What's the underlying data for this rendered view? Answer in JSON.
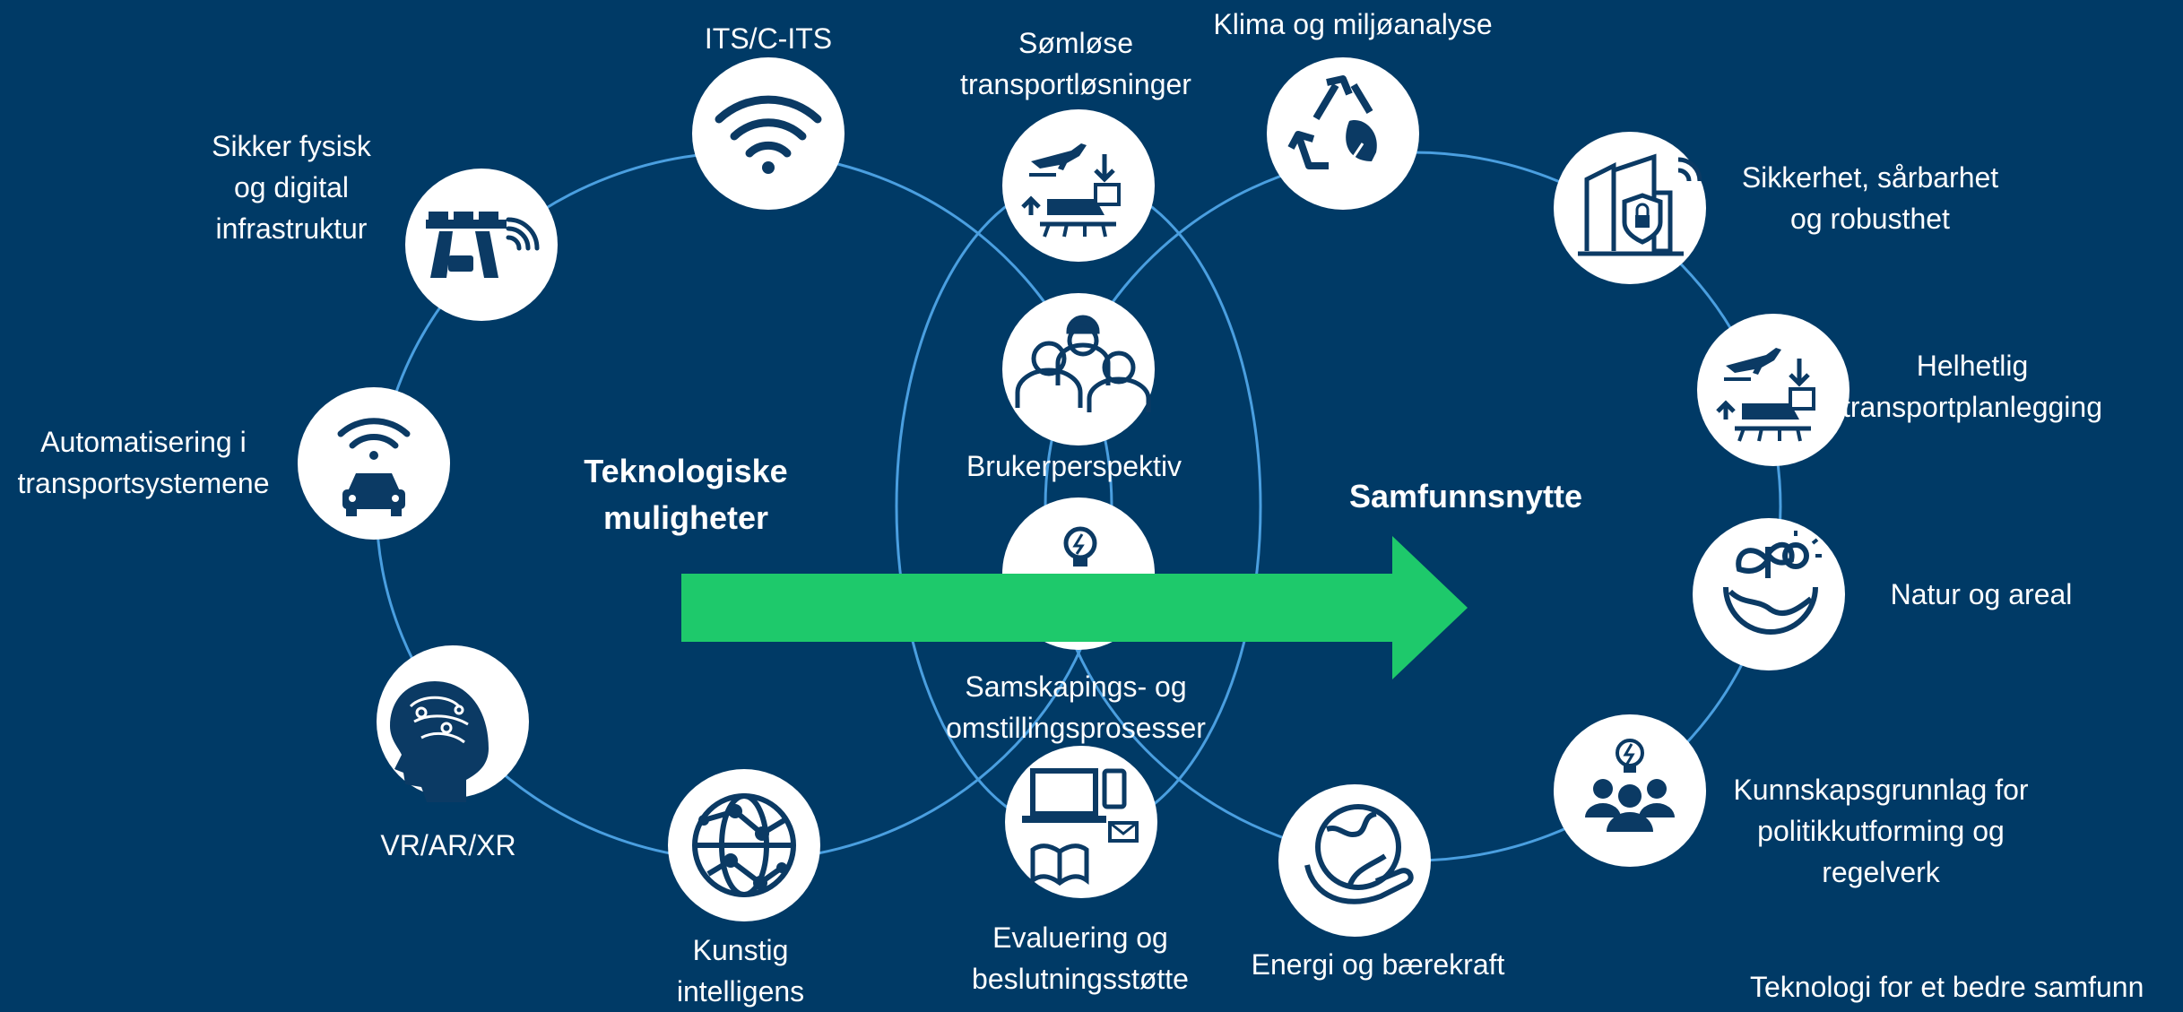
{
  "colors": {
    "background": "#003a66",
    "ring": "#4a9fe0",
    "node_fill": "#ffffff",
    "icon": "#0b3a64",
    "arrow": "#1ec96b"
  },
  "center_left_label": "Teknologiske\nmuligheter",
  "center_right_label": "Samfunnsnytte",
  "left_nodes": [
    {
      "label": "ITS/C-ITS",
      "icon": "wifi-icon"
    },
    {
      "label": "Sikker fysisk\nog digital\ninfrastruktur",
      "icon": "infrastructure-icon"
    },
    {
      "label": "Automatisering i\ntransportsystemene",
      "icon": "autonomous-car-icon"
    },
    {
      "label": "VR/AR/XR",
      "icon": "brain-head-icon"
    },
    {
      "label": "Kunstig\nintelligens",
      "icon": "network-globe-icon"
    }
  ],
  "middle_nodes": [
    {
      "label": "Sømløse\ntransportløsninger",
      "icon": "transport-modes-icon"
    },
    {
      "label": "Brukerperspektiv",
      "icon": "users-icon"
    },
    {
      "label": "Samskapings-  og\nomstillingsprosesser",
      "icon": "lightbulb-icon"
    },
    {
      "label": "Evaluering og\nbeslutningsstøtte",
      "icon": "devices-icon"
    }
  ],
  "right_nodes": [
    {
      "label": "Klima og miljøanalyse",
      "icon": "recycle-leaf-icon"
    },
    {
      "label": "Sikkerhet, sårbarhet\nog robusthet",
      "icon": "secure-building-icon"
    },
    {
      "label": "Helhetlig\ntransportplanlegging",
      "icon": "transport-modes-icon"
    },
    {
      "label": "Natur og areal",
      "icon": "nature-globe-icon"
    },
    {
      "label": "Kunnskapsgrunnlag for\npolitikkutforming og\nregelverk",
      "icon": "knowledge-group-icon"
    },
    {
      "label": "Energi og bærekraft",
      "icon": "earth-hand-icon"
    }
  ],
  "footer": "Teknologi for et bedre samfunn"
}
